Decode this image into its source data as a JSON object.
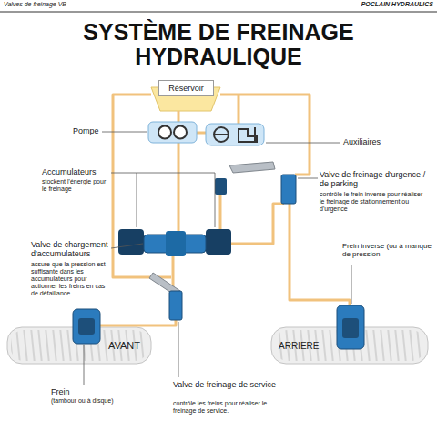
{
  "diagram": {
    "title": "SYSTÈME DE FREINAGE HYDRAULIQUE",
    "nodes": [
      {
        "text": [
          "Réservoir"
        ]
      },
      {
        "text": [
          "AVANT"
        ]
      },
      {
        "text": [
          "ARRIERE"
        ]
      }
    ],
    "labels": [
      "Valves de freinage VB",
      "POCLAIN HYDRAULICS",
      "Pompe",
      "Auxiliaires",
      "Accumulateurs",
      "stockent l'énergie pour le freinage",
      "Valve de freinage d'urgence / de parking",
      "contrôle le frein inverse pour réaliser le freinage de stationnement ou d'urgence",
      "Valve de chargement d'accumulateurs",
      "assure que la pression est suffisante dans les accumulateurs pour actionner les freins en cas de défaillance",
      "Frein inverse (ou à manque de pression",
      "Frein",
      "(tambour ou à disque)",
      "Valve de freinage de service",
      "contrôle les freins pour réaliser le freinage de service."
    ]
  }
}
